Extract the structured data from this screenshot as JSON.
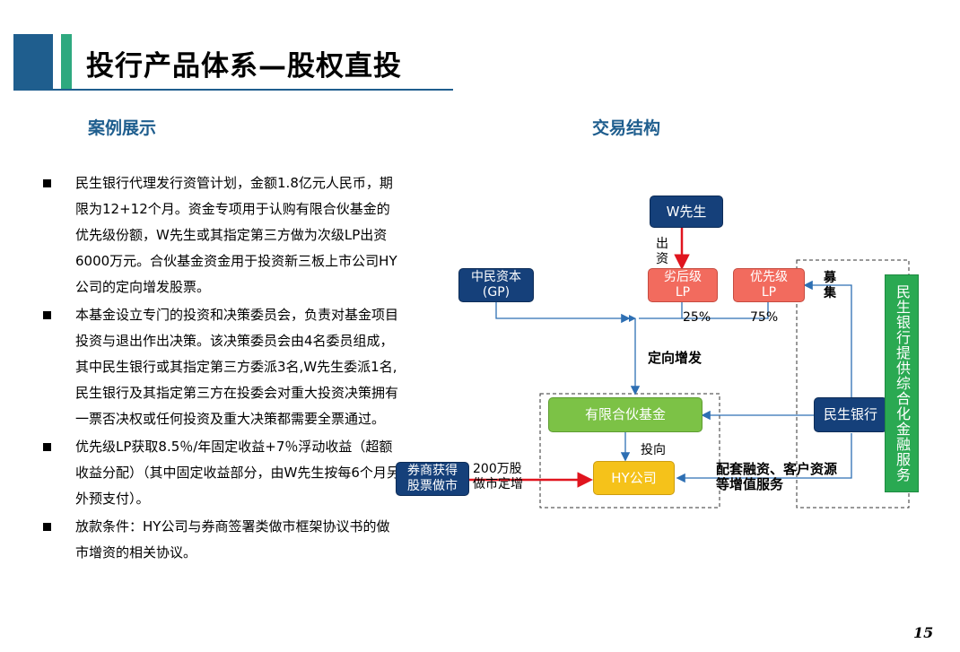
{
  "title": "投行产品体系—股权直投",
  "sections": {
    "case": "案例展示",
    "structure": "交易结构"
  },
  "bullets": [
    "民生银行代理发行资管计划，金额1.8亿元人民币，期限为12+12个月。资金专项用于认购有限合伙基金的优先级份额，W先生或其指定第三方做为次级LP出资6000万元。合伙基金资金用于投资新三板上市公司HY公司的定向增发股票。",
    "本基金设立专门的投资和决策委员会，负责对基金项目投资与退出作出决策。该决策委员会由4名委员组成，其中民生银行或其指定第三方委派3名,W先生委派1名,民生银行及其指定第三方在投委会对重大投资决策拥有一票否决权或任何投资及重大决策都需要全票通过。",
    "优先级LP获取8.5％/年固定收益+7％浮动收益（超额收益分配）（其中固定收益部分，由W先生按每6个月另外预支付）。",
    "放款条件：HY公司与券商签署类做市框架协议书的做市增资的相关协议。"
  ],
  "diagram": {
    "w": "W先生",
    "gp_line1": "中民资本",
    "gp_line2": "(GP)",
    "sub_lp_line1": "劣后级",
    "sub_lp_line2": "LP",
    "senior_lp_line1": "优先级",
    "senior_lp_line2": "LP",
    "chuzi": [
      "出",
      "资"
    ],
    "muji": [
      "募",
      "集"
    ],
    "pct_sub": "25%",
    "pct_senior": "75%",
    "dingxiang": "定向增发",
    "fund": "有限合伙基金",
    "cmbc": "民生银行",
    "touxiang": "投向",
    "hy": "HY公司",
    "broker_line1": "券商获得",
    "broker_line2": "股票做市",
    "shares_line1": "200万股",
    "shares_line2": "做市定增",
    "services_line1": "配套融资、客户资源",
    "services_line2": "等增值服务",
    "vertical_service": "民生银行提供综合化金融服务"
  },
  "page_number": "15",
  "colors": {
    "navy": "#15407a",
    "title_blue": "#1f5e8e",
    "green_accent": "#2ea97f",
    "red_box": "#f26b5e",
    "green_box": "#7cc246",
    "yellow_box": "#f5c21a",
    "vertical_green": "#2aa952",
    "arrow_red": "#e0141e",
    "arrow_blue": "#2e6fb3"
  }
}
